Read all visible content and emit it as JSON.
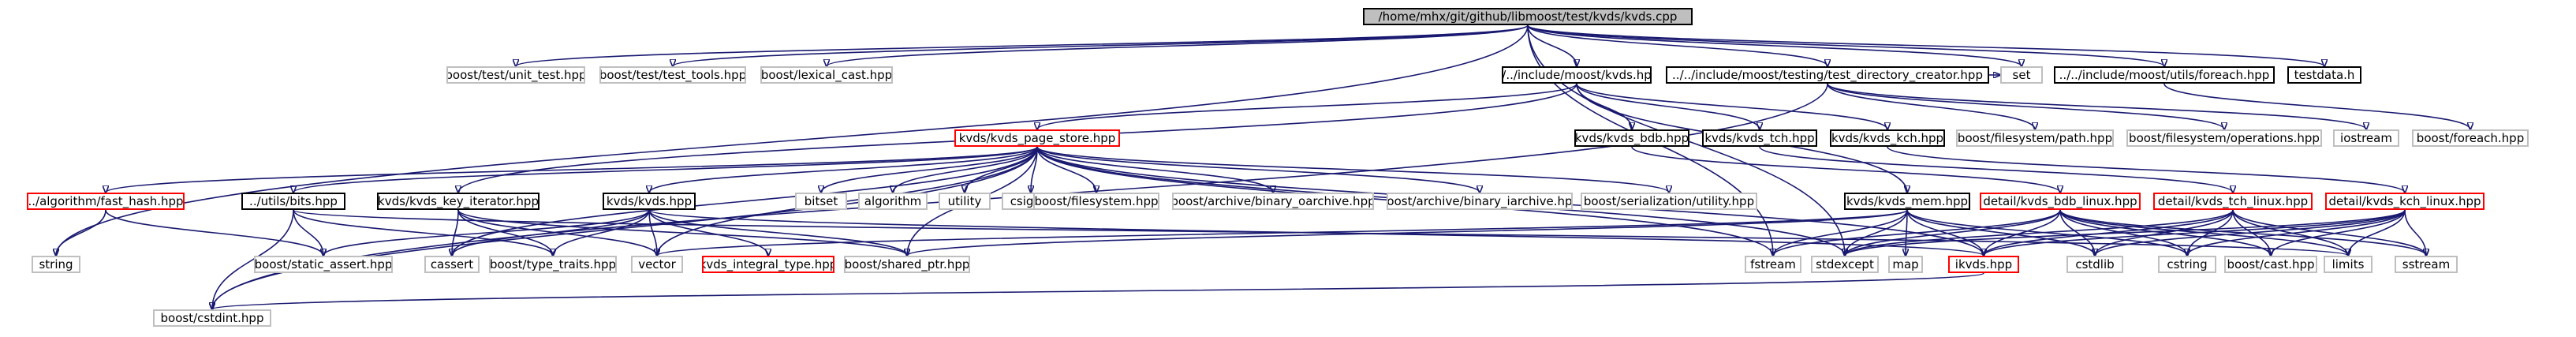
{
  "nodes": {
    "root": "/home/mhx/git/github/libmoost/test/kvds/kvds.cpp",
    "unit_test": "boost/test/unit_test.hpp",
    "test_tools": "boost/test/test_tools.hpp",
    "lexical_cast": "boost/lexical_cast.hpp",
    "kvds_hpp": "../../include/moost/kvds.hpp",
    "test_dir": "../../include/moost/testing/test_directory_creator.hpp",
    "set": "set",
    "foreach_moost": "../../include/moost/utils/foreach.hpp",
    "testdata": "testdata.h",
    "page_store": "kvds/kvds_page_store.hpp",
    "bdb_hpp": "kvds/kvds_bdb.hpp",
    "tch_hpp": "kvds/kvds_tch.hpp",
    "kch_hpp": "kvds/kvds_kch.hpp",
    "fs_path": "boost/filesystem/path.hpp",
    "fs_ops": "boost/filesystem/operations.hpp",
    "iostream": "iostream",
    "boost_foreach": "boost/foreach.hpp",
    "fast_hash": "../algorithm/fast_hash.hpp",
    "bits": "../utils/bits.hpp",
    "key_iter": "kvds/kvds_key_iterator.hpp",
    "kvds_kvds": "kvds/kvds.hpp",
    "bitset": "bitset",
    "algorithm": "algorithm",
    "utility": "utility",
    "csignal": "csignal",
    "boost_fs": "boost/filesystem.hpp",
    "bin_oarchive": "boost/archive/binary_oarchive.hpp",
    "bin_iarchive": "boost/archive/binary_iarchive.hpp",
    "ser_utility": "boost/serialization/utility.hpp",
    "kvds_mem": "kvds/kvds_mem.hpp",
    "bdb_linux": "detail/kvds_bdb_linux.hpp",
    "tch_linux": "detail/kvds_tch_linux.hpp",
    "kch_linux": "detail/kvds_kch_linux.hpp",
    "string": "string",
    "static_assert": "boost/static_assert.hpp",
    "cassert": "cassert",
    "type_traits": "boost/type_traits.hpp",
    "vector": "vector",
    "integral_type": "kvds_integral_type.hpp",
    "shared_ptr": "boost/shared_ptr.hpp",
    "fstream": "fstream",
    "stdexcept": "stdexcept",
    "map": "map",
    "ikvds": "ikvds.hpp",
    "cstdlib": "cstdlib",
    "cstring": "cstring",
    "boost_cast": "boost/cast.hpp",
    "limits": "limits",
    "sstream": "sstream",
    "cstdint": "boost/cstdint.hpp"
  },
  "edges": [
    [
      "root",
      "unit_test"
    ],
    [
      "root",
      "test_tools"
    ],
    [
      "root",
      "lexical_cast"
    ],
    [
      "root",
      "kvds_hpp"
    ],
    [
      "root",
      "test_dir"
    ],
    [
      "root",
      "set"
    ],
    [
      "root",
      "foreach_moost"
    ],
    [
      "root",
      "testdata"
    ],
    [
      "root",
      "string"
    ],
    [
      "root",
      "fstream"
    ],
    [
      "root",
      "stdexcept"
    ],
    [
      "kvds_hpp",
      "page_store"
    ],
    [
      "kvds_hpp",
      "bdb_hpp"
    ],
    [
      "kvds_hpp",
      "tch_hpp"
    ],
    [
      "kvds_hpp",
      "kch_hpp"
    ],
    [
      "kvds_hpp",
      "kvds_mem"
    ],
    [
      "kvds_hpp",
      "key_iter"
    ],
    [
      "test_dir",
      "fs_path"
    ],
    [
      "test_dir",
      "fs_ops"
    ],
    [
      "test_dir",
      "iostream"
    ],
    [
      "test_dir",
      "set"
    ],
    [
      "test_dir",
      "cstdint"
    ],
    [
      "foreach_moost",
      "boost_foreach"
    ],
    [
      "page_store",
      "fast_hash"
    ],
    [
      "page_store",
      "bits"
    ],
    [
      "page_store",
      "kvds_kvds"
    ],
    [
      "page_store",
      "bitset"
    ],
    [
      "page_store",
      "algorithm"
    ],
    [
      "page_store",
      "utility"
    ],
    [
      "page_store",
      "csignal"
    ],
    [
      "page_store",
      "boost_fs"
    ],
    [
      "page_store",
      "bin_oarchive"
    ],
    [
      "page_store",
      "bin_iarchive"
    ],
    [
      "page_store",
      "ser_utility"
    ],
    [
      "page_store",
      "vector"
    ],
    [
      "page_store",
      "shared_ptr"
    ],
    [
      "page_store",
      "cassert"
    ],
    [
      "page_store",
      "stdexcept"
    ],
    [
      "page_store",
      "fstream"
    ],
    [
      "page_store",
      "cstdint"
    ],
    [
      "page_store",
      "ikvds"
    ],
    [
      "bdb_hpp",
      "bdb_linux"
    ],
    [
      "tch_hpp",
      "tch_linux"
    ],
    [
      "kch_hpp",
      "kch_linux"
    ],
    [
      "fast_hash",
      "string"
    ],
    [
      "fast_hash",
      "static_assert"
    ],
    [
      "bits",
      "static_assert"
    ],
    [
      "bits",
      "type_traits"
    ],
    [
      "bits",
      "cstdint"
    ],
    [
      "bits",
      "limits"
    ],
    [
      "key_iter",
      "cassert"
    ],
    [
      "key_iter",
      "type_traits"
    ],
    [
      "key_iter",
      "vector"
    ],
    [
      "key_iter",
      "shared_ptr"
    ],
    [
      "kvds_kvds",
      "vector"
    ],
    [
      "kvds_kvds",
      "integral_type"
    ],
    [
      "kvds_kvds",
      "shared_ptr"
    ],
    [
      "kvds_kvds",
      "static_assert"
    ],
    [
      "kvds_kvds",
      "type_traits"
    ],
    [
      "kvds_kvds",
      "ikvds"
    ],
    [
      "kvds_mem",
      "vector"
    ],
    [
      "kvds_mem",
      "fstream"
    ],
    [
      "kvds_mem",
      "stdexcept"
    ],
    [
      "kvds_mem",
      "map"
    ],
    [
      "kvds_mem",
      "ikvds"
    ],
    [
      "kvds_mem",
      "cstdlib"
    ],
    [
      "kvds_mem",
      "cstring"
    ],
    [
      "kvds_mem",
      "shared_ptr"
    ],
    [
      "bdb_linux",
      "stdexcept"
    ],
    [
      "bdb_linux",
      "ikvds"
    ],
    [
      "bdb_linux",
      "cstdlib"
    ],
    [
      "bdb_linux",
      "cstring"
    ],
    [
      "bdb_linux",
      "boost_cast"
    ],
    [
      "bdb_linux",
      "limits"
    ],
    [
      "bdb_linux",
      "sstream"
    ],
    [
      "bdb_linux",
      "fstream"
    ],
    [
      "tch_linux",
      "stdexcept"
    ],
    [
      "tch_linux",
      "ikvds"
    ],
    [
      "tch_linux",
      "cstdlib"
    ],
    [
      "tch_linux",
      "cstring"
    ],
    [
      "tch_linux",
      "boost_cast"
    ],
    [
      "tch_linux",
      "limits"
    ],
    [
      "tch_linux",
      "sstream"
    ],
    [
      "kch_linux",
      "stdexcept"
    ],
    [
      "kch_linux",
      "ikvds"
    ],
    [
      "kch_linux",
      "cstdlib"
    ],
    [
      "kch_linux",
      "cstring"
    ],
    [
      "kch_linux",
      "boost_cast"
    ],
    [
      "kch_linux",
      "limits"
    ],
    [
      "kch_linux",
      "sstream"
    ],
    [
      "ikvds",
      "cstdint"
    ],
    [
      "kvds_kvds",
      "cassert"
    ]
  ]
}
